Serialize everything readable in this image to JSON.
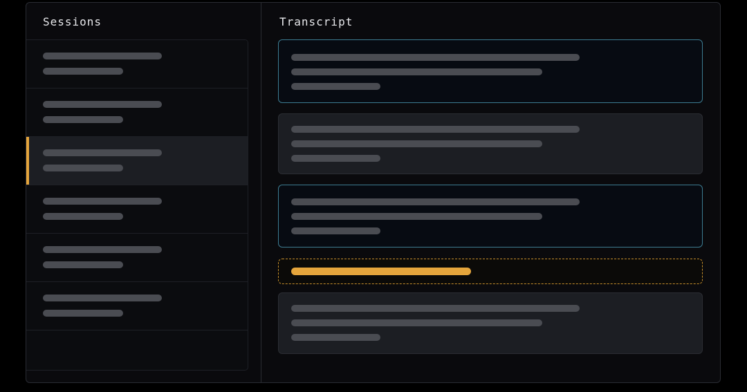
{
  "sessions": {
    "title": "Sessions",
    "items": [
      {
        "selected": false
      },
      {
        "selected": false
      },
      {
        "selected": true
      },
      {
        "selected": false
      },
      {
        "selected": false
      },
      {
        "selected": false
      }
    ]
  },
  "transcript": {
    "title": "Transcript",
    "messages": [
      {
        "style": "outlined"
      },
      {
        "style": "filled"
      },
      {
        "style": "outlined"
      },
      {
        "style": "pending",
        "progress": 0.45
      },
      {
        "style": "filled"
      }
    ]
  },
  "colors": {
    "accent": "#e5a53c",
    "outline": "#3d7d92",
    "placeholder": "#4a4c52",
    "background": "#0a0a0d"
  }
}
